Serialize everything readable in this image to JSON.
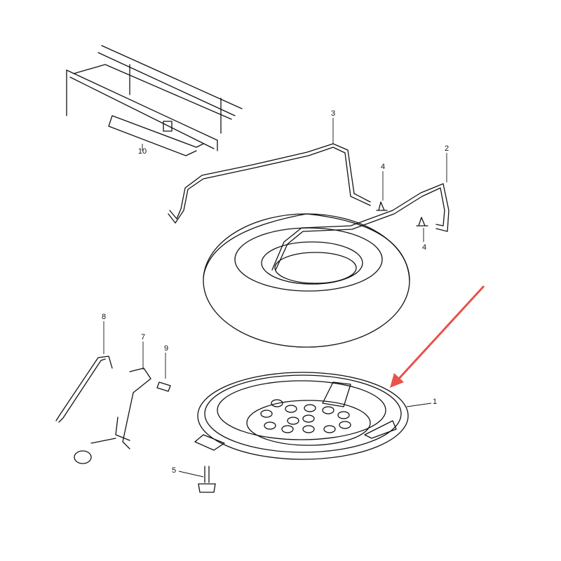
{
  "callouts": {
    "p1": "1",
    "p2": "2",
    "p3": "3",
    "p4a": "4",
    "p4b": "4",
    "p5": "5",
    "p7": "7",
    "p8": "8",
    "p9": "9",
    "p10": "10"
  },
  "colors": {
    "arrow": "#e8524a",
    "line": "#111111"
  }
}
